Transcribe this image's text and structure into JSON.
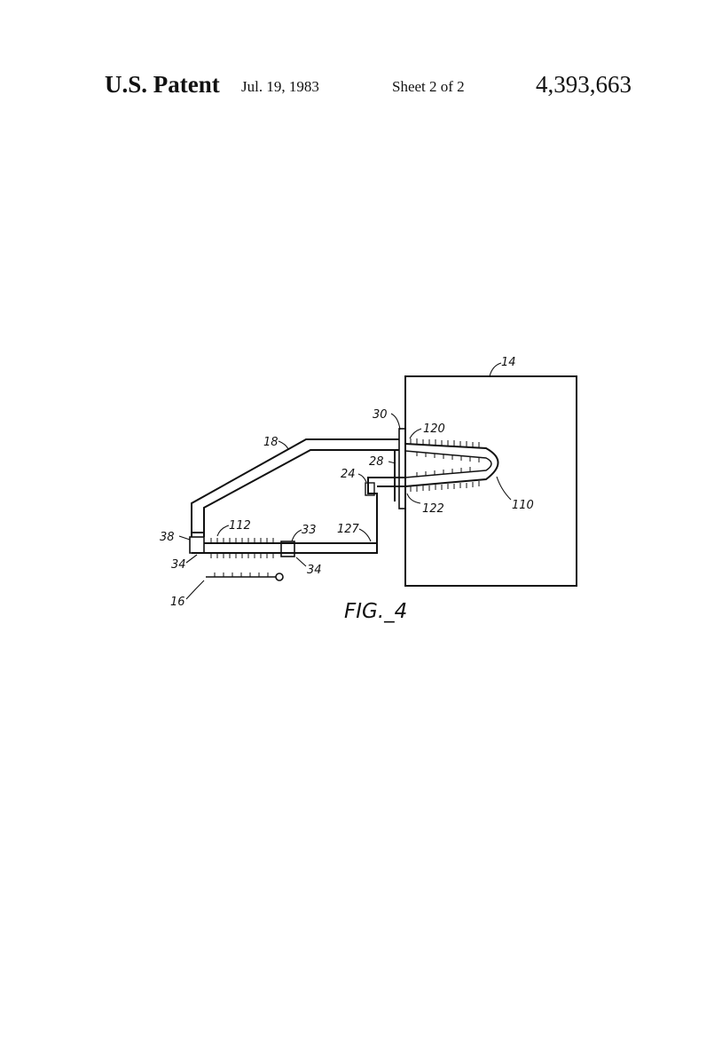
{
  "header": {
    "title": "U.S. Patent",
    "date": "Jul. 19, 1983",
    "sheet": "Sheet 2 of 2",
    "patent_number": "4,393,663"
  },
  "figure": {
    "caption": "FIG._4",
    "labels": {
      "l14": "14",
      "l30": "30",
      "l120": "120",
      "l18": "18",
      "l28": "28",
      "l24": "24",
      "l110": "110",
      "l122": "122",
      "l38": "38",
      "l112": "112",
      "l33": "33",
      "l127": "127",
      "l34a": "34",
      "l34b": "34",
      "l16": "16"
    }
  }
}
